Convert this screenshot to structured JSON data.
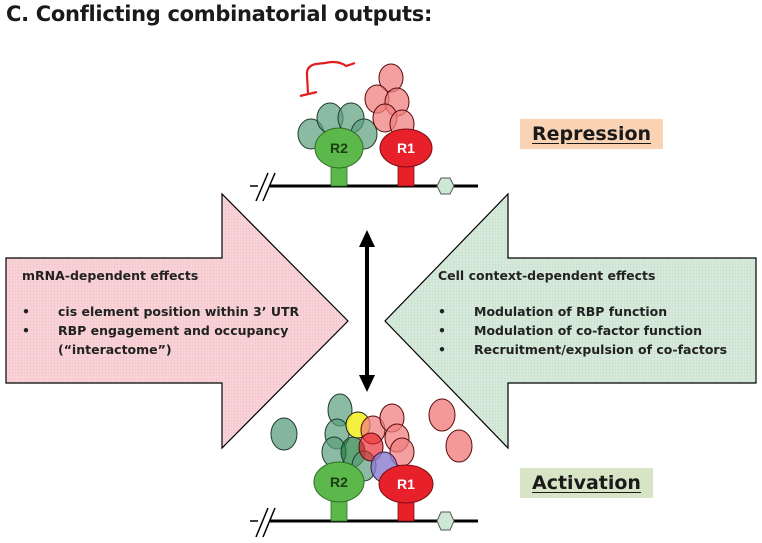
{
  "title": "C.  Conflicting combinatorial outputs:",
  "states": {
    "repression": {
      "label": "Repression",
      "box_color": "#f9d3b4"
    },
    "activation": {
      "label": "Activation",
      "box_color": "#d7e4c6"
    }
  },
  "proteins": {
    "r1": {
      "label": "R1",
      "color": "#e8202a"
    },
    "r2": {
      "label": "R2",
      "color": "#5cb84a"
    }
  },
  "left_panel": {
    "heading": "mRNA-dependent effects",
    "fill_color": "#f8d7da",
    "bullets": [
      {
        "marker": "•",
        "text": "cis element position within 3’ UTR"
      },
      {
        "marker": "•",
        "text": "RBP engagement and occupancy",
        "continuation": "(“interactome”)"
      }
    ]
  },
  "right_panel": {
    "heading": "Cell context-dependent effects",
    "fill_color": "#d9ecdc",
    "bullets": [
      {
        "marker": "•",
        "text": "Modulation of RBP function"
      },
      {
        "marker": "•",
        "text": "Modulation of co-factor function"
      },
      {
        "marker": "•",
        "text": "Recruitment/expulsion of co-factors"
      }
    ]
  },
  "icons": {
    "double_arrow": "vertical-double-headed-arrow",
    "break_mark": "double-slash-break",
    "hexagon": "hexagon-element"
  }
}
